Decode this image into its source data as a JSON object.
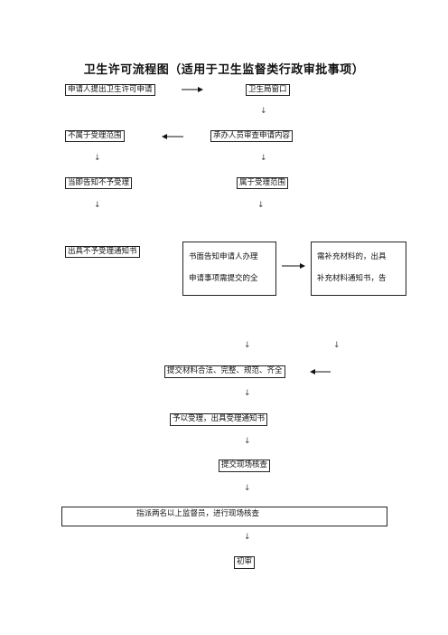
{
  "title": "卫生许可流程图（适用于卫生监督类行政审批事项）",
  "nodes": {
    "applicant": "申请人提出卫生许可申请",
    "window": "卫生局窗口",
    "not_in_scope": "不属于受理范围",
    "review": "承办人员审查申请内容",
    "notify_reject": "当即告知不予受理",
    "in_scope": "属于受理范围",
    "reject_notice": "出具不予受理通知书",
    "inform_line1": "书面告知申请人办理",
    "inform_line2": "申请事项需提交的全",
    "supplement_line1": "需补充材料的，出具",
    "supplement_line2": "补充材料通知书，告",
    "materials_ok": "提交材料合法、完整、规范、齐全",
    "accept_notice": "予以受理，出具受理通知书",
    "onsite_submit": "提交现场核查",
    "assign": "指派两名以上监督员，进行现场核查",
    "initial_review": "初审"
  },
  "down_arrow": "↓"
}
